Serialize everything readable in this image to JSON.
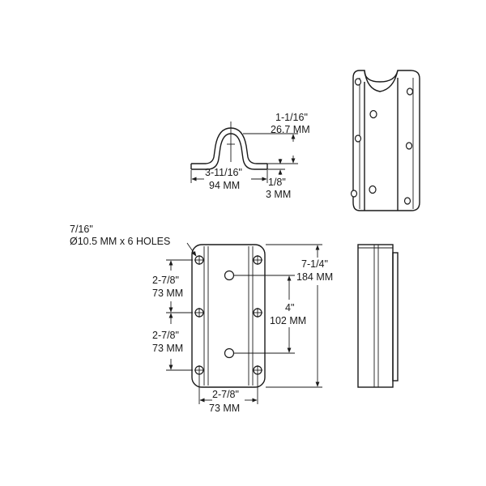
{
  "colors": {
    "line": "#1a1a1a",
    "background": "#ffffff"
  },
  "top_view": {
    "height_in": "1-1/16\"",
    "height_mm": "26.7 MM",
    "width_in": "3-11/16\"",
    "width_mm": "94 MM",
    "thickness_in": "1/8\"",
    "thickness_mm": "3 MM"
  },
  "front_view": {
    "hole_note_in": "7/16\"",
    "hole_note_mm": "Ø10.5 MM x 6 HOLES",
    "upper_spacing_in": "2-7/8\"",
    "upper_spacing_mm": "73 MM",
    "lower_spacing_in": "2-7/8\"",
    "lower_spacing_mm": "73 MM",
    "length_in": "7-1/4\"",
    "length_mm": "184 MM",
    "center_holes_in": "4\"",
    "center_holes_mm": "102 MM",
    "horizontal_spacing_in": "2-7/8\"",
    "horizontal_spacing_mm": "73 MM"
  }
}
